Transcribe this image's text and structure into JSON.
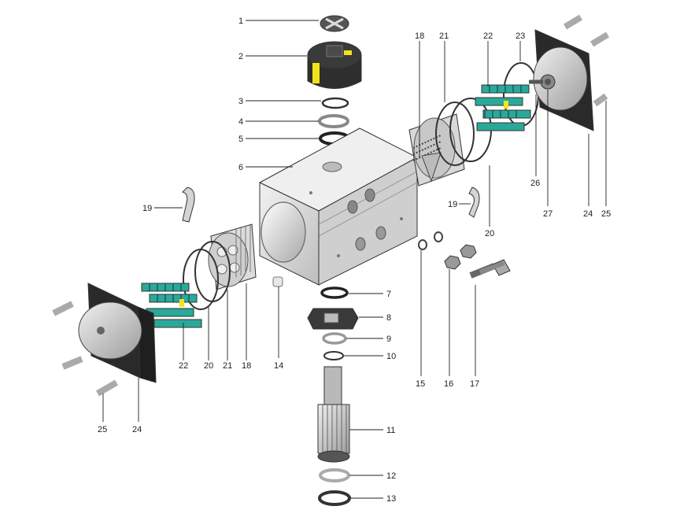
{
  "diagram": {
    "labels": {
      "l1": "1",
      "l2": "2",
      "l3": "3",
      "l4": "4",
      "l5": "5",
      "l6": "6",
      "l7": "7",
      "l8": "8",
      "l9": "9",
      "l10": "10",
      "l11": "11",
      "l12": "12",
      "l13": "13",
      "l14": "14",
      "l15": "15",
      "l16": "16",
      "l17": "17",
      "l18a": "18",
      "l18b": "18",
      "l19a": "19",
      "l19b": "19",
      "l20a": "20",
      "l20b": "20",
      "l21a": "21",
      "l21b": "21",
      "l22a": "22",
      "l22b": "22",
      "l23": "23",
      "l24a": "24",
      "l24b": "24",
      "l25a": "25",
      "l25b": "25",
      "l26": "26",
      "l27": "27"
    },
    "colors": {
      "body": "#e6e6e6",
      "body_shade": "#c9c9c9",
      "dark": "#2a2a2a",
      "accent_yellow": "#f4e21a",
      "spring_green": "#2aa99a"
    }
  }
}
